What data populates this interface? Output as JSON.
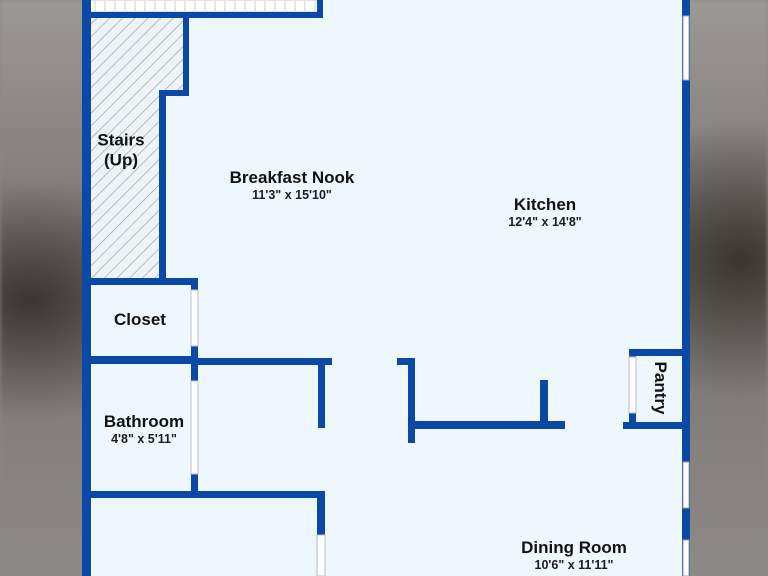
{
  "colors": {
    "wall": "#0a4aa6",
    "floor": "#eef7fd",
    "hatch": "#8e9aa6",
    "window": "#c7cccf"
  },
  "rooms": {
    "stairs": {
      "name_line1": "Stairs",
      "name_line2": "(Up)"
    },
    "breakfast_nook": {
      "name": "Breakfast Nook",
      "dimensions": "11'3\" x 15'10\""
    },
    "kitchen": {
      "name": "Kitchen",
      "dimensions": "12'4\" x 14'8\""
    },
    "closet": {
      "name": "Closet"
    },
    "bathroom": {
      "name": "Bathroom",
      "dimensions": "4'8\" x 5'11\""
    },
    "pantry": {
      "name": "Pantry"
    },
    "dining_room": {
      "name": "Dining Room",
      "dimensions": "10'6\" x 11'11\""
    }
  }
}
